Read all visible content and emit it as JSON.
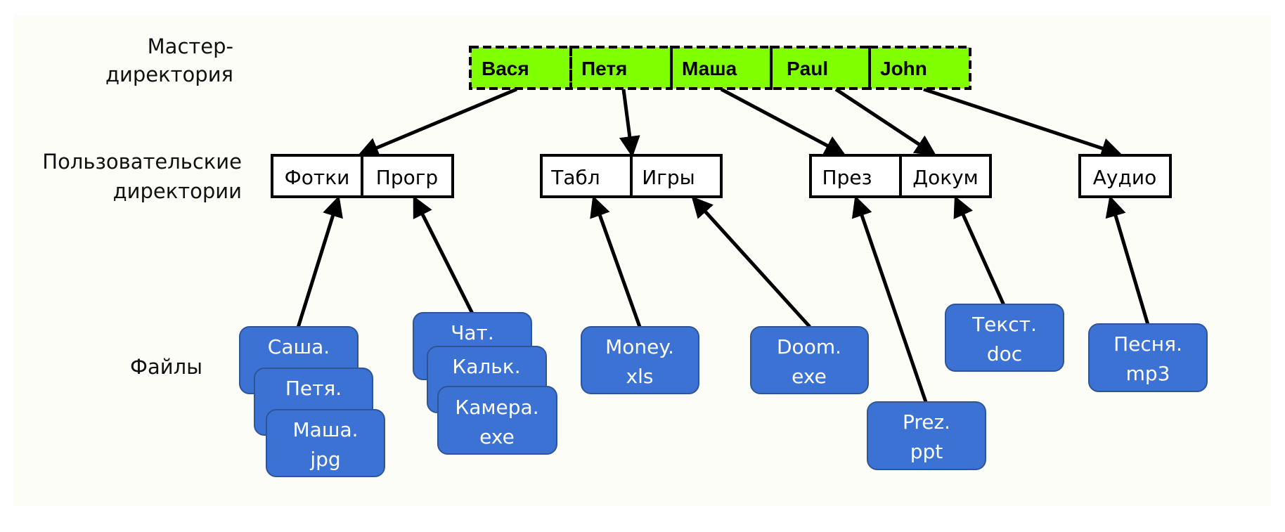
{
  "colors": {
    "master_fill": "#80ff00",
    "file_fill": "#3c72d4",
    "file_border": "#2f5597",
    "line": "#000000"
  },
  "row_labels": {
    "master": [
      "Мастер-",
      "директория"
    ],
    "user": [
      "Пользовательские",
      "директории"
    ],
    "files": [
      "Файлы"
    ]
  },
  "master_directory": [
    "Вася",
    "Петя",
    "Маша",
    "Paul",
    "John"
  ],
  "user_directories": [
    {
      "owner": "Вася",
      "dirs": [
        "Фотки",
        "Прогр"
      ]
    },
    {
      "owner": "Петя",
      "dirs": [
        "Табл",
        "Игры"
      ]
    },
    {
      "owner": "Маша",
      "dirs": [
        "През",
        "Докум"
      ]
    },
    {
      "owner": "Paul",
      "dirs": [],
      "points_to": "Докум"
    },
    {
      "owner": "John",
      "dirs": [
        "Аудио"
      ]
    }
  ],
  "files": [
    {
      "lines": [
        "Саша.",
        ""
      ],
      "dir": "Фотки"
    },
    {
      "lines": [
        "Петя.",
        ""
      ],
      "dir": "Фотки"
    },
    {
      "lines": [
        "Маша.",
        "jpg"
      ],
      "dir": "Фотки"
    },
    {
      "lines": [
        "Чат.",
        ""
      ],
      "dir": "Прогр"
    },
    {
      "lines": [
        "Кальк.",
        ""
      ],
      "dir": "Прогр"
    },
    {
      "lines": [
        "Камера.",
        "exe"
      ],
      "dir": "Прогр"
    },
    {
      "lines": [
        "Money.",
        "xls"
      ],
      "dir": "Табл"
    },
    {
      "lines": [
        "Doom.",
        "exe"
      ],
      "dir": "Игры"
    },
    {
      "lines": [
        "Prez.",
        "ppt"
      ],
      "dir": "През"
    },
    {
      "lines": [
        "Текст.",
        "doc"
      ],
      "dir": "Докум"
    },
    {
      "lines": [
        "Песня.",
        "mp3"
      ],
      "dir": "Аудио"
    }
  ],
  "edges_master_to_user": [
    {
      "from": "Вася",
      "to": "Фотки"
    },
    {
      "from": "Петя",
      "to": "Табл"
    },
    {
      "from": "Маша",
      "to": "През"
    },
    {
      "from": "Paul",
      "to": "Докум"
    },
    {
      "from": "John",
      "to": "Аудио"
    }
  ],
  "edges_file_to_dir": [
    {
      "from": "Саша.",
      "to": "Фотки"
    },
    {
      "from": "Чат.",
      "to": "Прогр"
    },
    {
      "from": "Money.",
      "to": "Табл"
    },
    {
      "from": "Doom.",
      "to": "Игры"
    },
    {
      "from": "Prez.",
      "to": "През"
    },
    {
      "from": "Текст.",
      "to": "Докум"
    },
    {
      "from": "Песня.",
      "to": "Аудио"
    }
  ]
}
